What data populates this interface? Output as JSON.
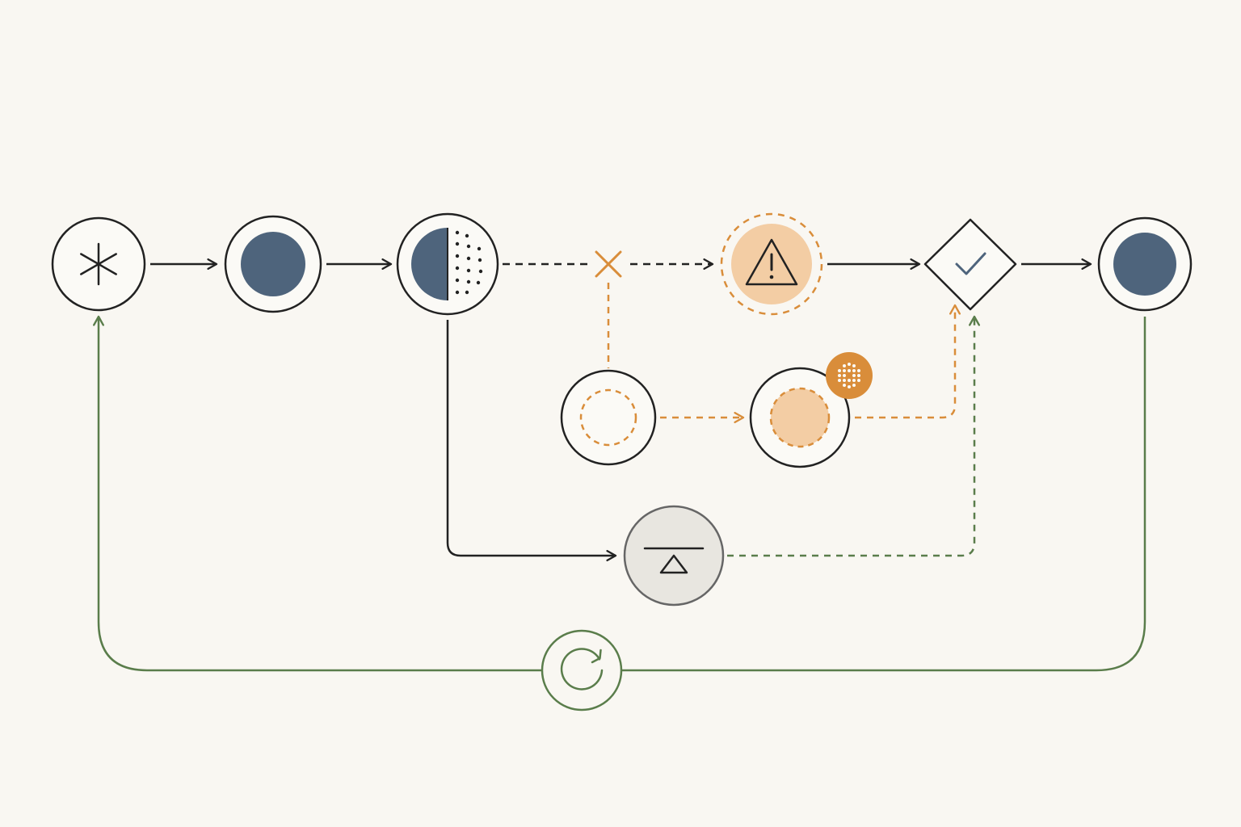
{
  "colors": {
    "background": "#f9f7f2",
    "stroke": "#222222",
    "node_fill": "#fbfaf6",
    "blue": "#4e647c",
    "orange": "#d98d3a",
    "orange_light": "#f3cda4",
    "green": "#5a7d4b",
    "gray_fill": "#e8e6e0",
    "gray_stroke": "#666666"
  },
  "diagram": {
    "nodes": [
      {
        "id": "start",
        "icon": "asterisk-icon"
      },
      {
        "id": "step-1",
        "icon": "filled-circle-icon"
      },
      {
        "id": "step-2",
        "icon": "half-filled-dotted-circle-icon"
      },
      {
        "id": "cancel",
        "icon": "x-mark-icon"
      },
      {
        "id": "warning",
        "icon": "warning-triangle-icon"
      },
      {
        "id": "pending",
        "icon": "dashed-circle-icon"
      },
      {
        "id": "in-progress",
        "icon": "filled-dashed-circle-icon",
        "badge": "dots-grid-icon"
      },
      {
        "id": "balance",
        "icon": "balance-icon"
      },
      {
        "id": "decision",
        "icon": "check-icon"
      },
      {
        "id": "end",
        "icon": "filled-circle-icon"
      },
      {
        "id": "loop",
        "icon": "refresh-icon"
      }
    ],
    "edges": [
      {
        "from": "start",
        "to": "step-1",
        "style": "solid"
      },
      {
        "from": "step-1",
        "to": "step-2",
        "style": "solid"
      },
      {
        "from": "step-2",
        "to": "warning",
        "style": "dashed",
        "via": "cancel"
      },
      {
        "from": "cancel",
        "to": "pending",
        "style": "dashed-orange"
      },
      {
        "from": "pending",
        "to": "in-progress",
        "style": "dashed-orange"
      },
      {
        "from": "in-progress",
        "to": "decision",
        "style": "dashed-orange"
      },
      {
        "from": "warning",
        "to": "decision",
        "style": "solid"
      },
      {
        "from": "step-2",
        "to": "balance",
        "style": "solid"
      },
      {
        "from": "balance",
        "to": "decision",
        "style": "dashed-green"
      },
      {
        "from": "decision",
        "to": "end",
        "style": "solid"
      },
      {
        "from": "end",
        "to": "start",
        "style": "solid-green",
        "via": "loop"
      }
    ]
  }
}
